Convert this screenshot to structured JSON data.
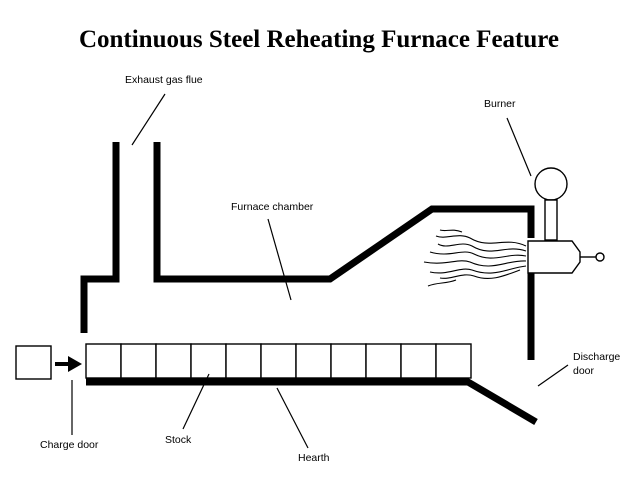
{
  "title": "Continuous Steel Reheating Furnace Feature",
  "labels": {
    "exhaust_gas_flue": "Exhaust gas flue",
    "burner": "Burner",
    "furnace_chamber": "Furnace chamber",
    "discharge_door_line1": "Discharge",
    "discharge_door_line2": "door",
    "charge_door": "Charge door",
    "stock": "Stock",
    "hearth": "Hearth"
  },
  "stock_blocks": 11
}
